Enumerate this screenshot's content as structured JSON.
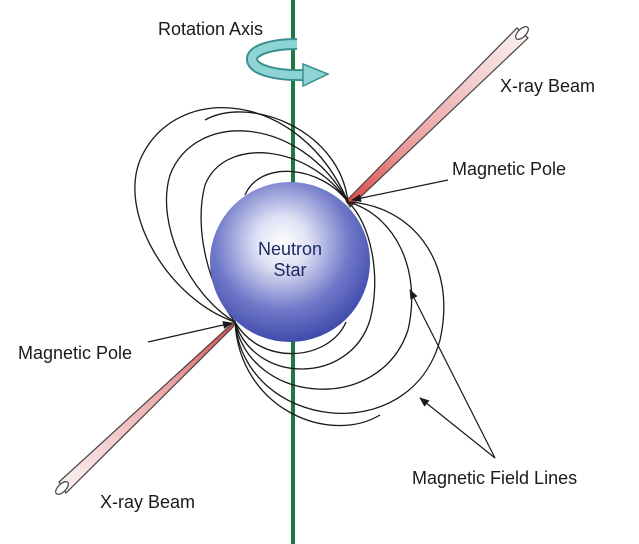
{
  "labels": {
    "rotation_axis": "Rotation Axis",
    "xray_beam_top": "X-ray Beam",
    "xray_beam_bottom": "X-ray Beam",
    "magnetic_pole_top": "Magnetic Pole",
    "magnetic_pole_bottom": "Magnetic Pole",
    "magnetic_field_lines": "Magnetic Field Lines",
    "neutron_star_line1": "Neutron",
    "neutron_star_line2": "Star"
  },
  "colors": {
    "rotation_axis": "#1e7a3c",
    "star_center": "#ffffff",
    "star_edge": "#3a45a8",
    "beam_fill": "#f3c3c3",
    "beam_core": "#d94a4a",
    "rotation_arrow": "#5ab8b8",
    "field_lines": "#1a1a1a"
  }
}
